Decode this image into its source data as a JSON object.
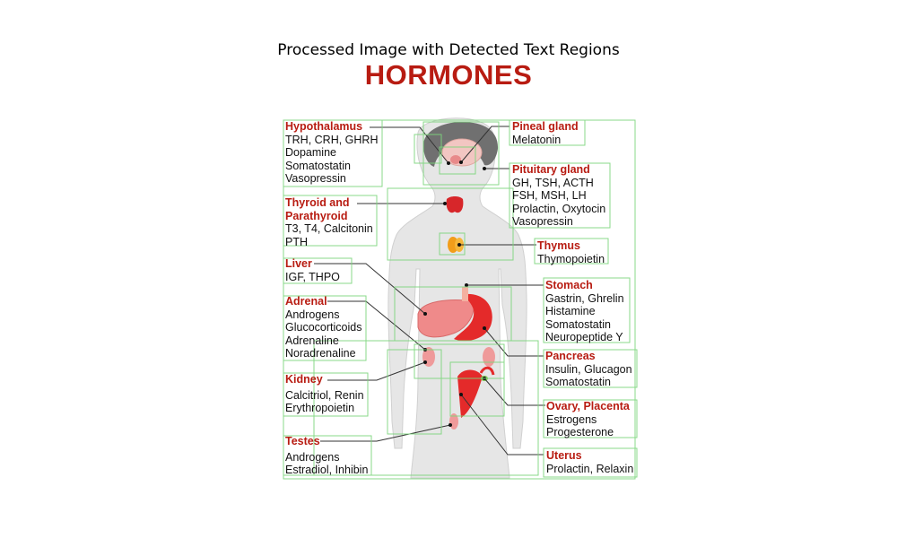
{
  "caption": "Processed Image with Detected Text Regions",
  "title": "HORMONES",
  "colors": {
    "title": "#b81c12",
    "region_box": "#7cd67c",
    "body": "#e6e6e6"
  },
  "labels": {
    "hypothalamus": {
      "name": "Hypothalamus",
      "items": [
        "TRH, CRH, GHRH",
        "Dopamine",
        "Somatostatin",
        "Vasopressin"
      ]
    },
    "thyroid": {
      "name": "Thyroid and",
      "name2": "Parathyroid",
      "items": [
        "T3, T4, Calcitonin",
        "PTH"
      ]
    },
    "liver": {
      "name": "Liver",
      "items": [
        "IGF, THPO"
      ]
    },
    "adrenal": {
      "name": "Adrenal",
      "items": [
        "Androgens",
        "Glucocorticoids",
        "Adrenaline",
        "Noradrenaline"
      ]
    },
    "kidney": {
      "name": "Kidney",
      "items": [
        "Calcitriol, Renin",
        "Erythropoietin"
      ]
    },
    "testes": {
      "name": "Testes",
      "items": [
        "Androgens",
        "Estradiol, Inhibin"
      ]
    },
    "pineal": {
      "name": "Pineal gland",
      "items": [
        "Melatonin"
      ]
    },
    "pituitary": {
      "name": "Pituitary gland",
      "items": [
        "GH, TSH, ACTH",
        "FSH, MSH, LH",
        "Prolactin, Oxytocin",
        "Vasopressin"
      ]
    },
    "thymus": {
      "name": "Thymus",
      "items": [
        "Thymopoietin"
      ]
    },
    "stomach": {
      "name": "Stomach",
      "items": [
        "Gastrin, Ghrelin",
        "Histamine",
        "Somatostatin",
        "Neuropeptide Y"
      ]
    },
    "pancreas": {
      "name": "Pancreas",
      "items": [
        "Insulin, Glucagon",
        "Somatostatin"
      ]
    },
    "ovary": {
      "name": "Ovary, Placenta",
      "items": [
        "Estrogens",
        "Progesterone"
      ]
    },
    "uterus": {
      "name": "Uterus",
      "items": [
        "Prolactin, Relaxin"
      ]
    }
  }
}
